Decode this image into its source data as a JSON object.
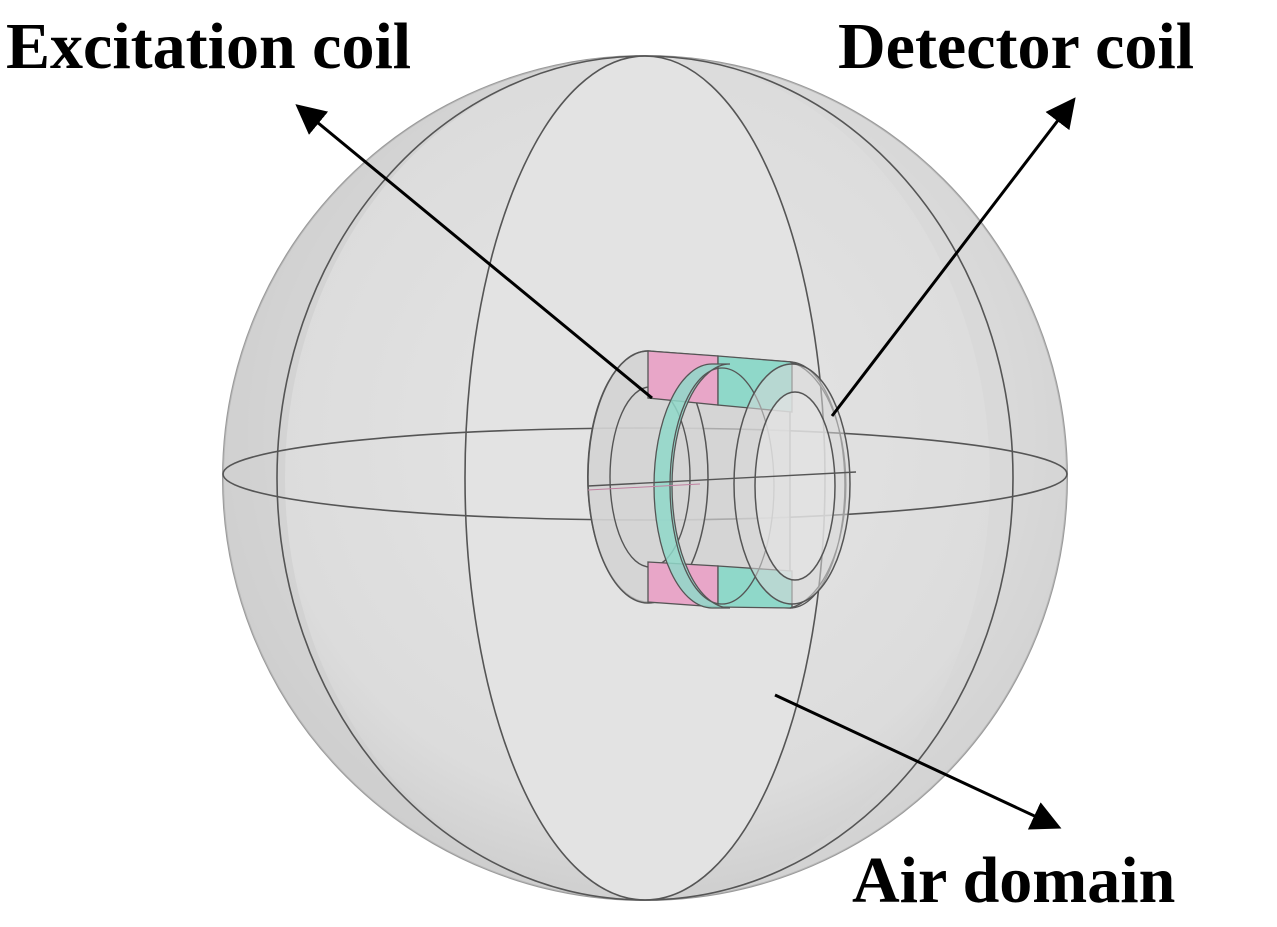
{
  "labels": {
    "excitation_coil": "Excitation coil",
    "detector_coil": "Detector coil",
    "air_domain": "Air domain"
  },
  "colors": {
    "excitation_coil": "#e8a6c8",
    "detector_coil": "#8fd8c9",
    "air_domain": "#d9d9d9",
    "outline": "#555555",
    "arrow": "#000000"
  }
}
